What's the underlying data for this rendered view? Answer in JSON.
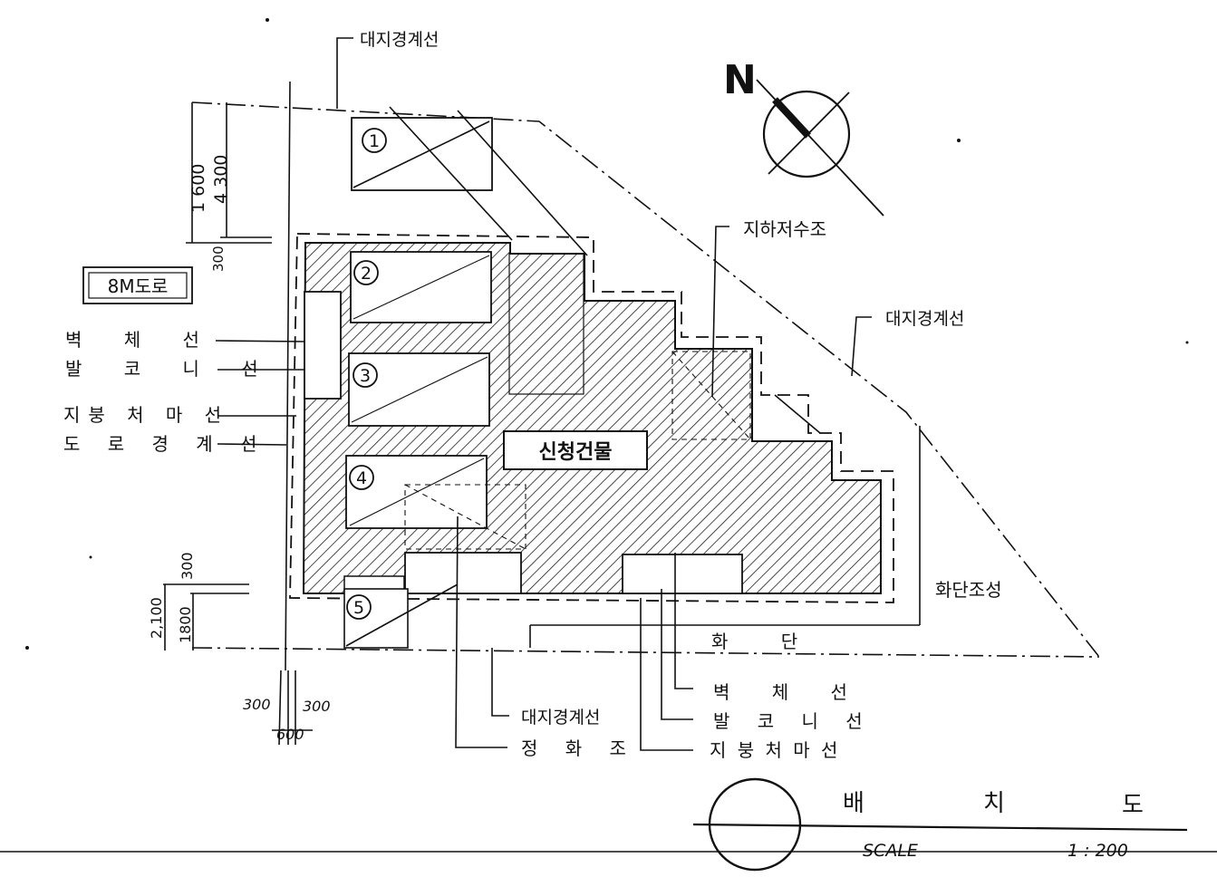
{
  "north_arrow": {
    "letter": "N",
    "icon": "north-arrow-icon"
  },
  "labels": {
    "site_boundary_top": "대지경계선",
    "site_boundary_right": "대지경계선",
    "site_boundary_bottom": "대지경계선",
    "underground_tank": "지하저수조",
    "road": "8M도로",
    "left_callouts": [
      "벽 체 선",
      "발 코 니 선",
      "지붕 처 마 선",
      "도 로 경 계 선"
    ],
    "bottom_callouts": [
      "벽 체 선",
      "발 코 니 선",
      "지 붕 처 마 선"
    ],
    "septic_tank": "정 화 조",
    "flowerbed_made": "화단조성",
    "flowerbed": "화 단",
    "building": "신청건물"
  },
  "item_numbers": [
    "1",
    "2",
    "3",
    "4",
    "5"
  ],
  "dimensions": {
    "top_total": "1 600",
    "top_main": "4 300",
    "top_small": "300",
    "bottom_total": "2,100",
    "bottom_main": "1800",
    "bottom_small": "300",
    "bottom_left": "300",
    "bottom_right": "300",
    "bottom_sum": "600"
  },
  "title_block": {
    "title_chars": [
      "배",
      "치",
      "도"
    ],
    "scale_label": "SCALE",
    "scale_value": "1 : 200"
  }
}
